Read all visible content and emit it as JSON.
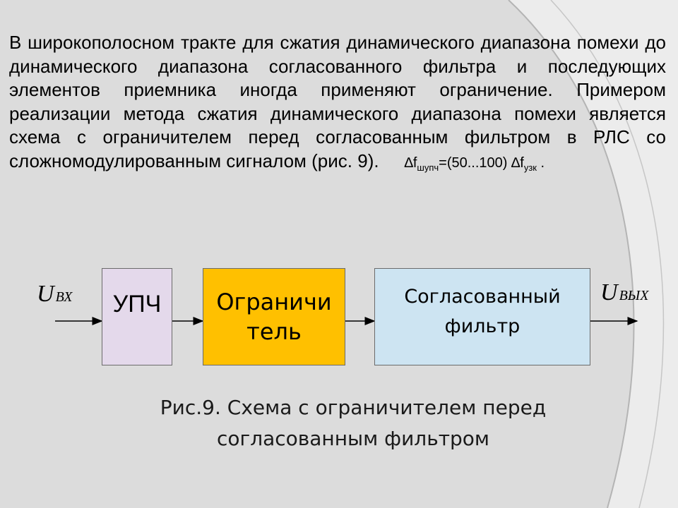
{
  "paragraph": {
    "text": "В широкополосном тракте для сжатия динамического диапазона помехи до динамического диапазона согласованного фильтра и последующих элементов приемника иногда применяют ограничение. Примером реализации метода сжатия динамического диапазона помехи является схема с ограничителем перед согласованным фильтром в РЛС со сложномодулированным сигналом (рис. 9).",
    "formula": {
      "delta1": "∆",
      "f1": "f",
      "sub1": "шупч",
      "middle": "=(50...100) ",
      "delta2": "∆",
      "f2": "f",
      "sub2": "узк",
      "end": " ."
    }
  },
  "diagram": {
    "input_label": {
      "main": "U",
      "sub": "ВХ"
    },
    "output_label": {
      "main": "U",
      "sub": "ВЫХ"
    },
    "blocks": [
      {
        "id": "upch",
        "lines": [
          "УПЧ"
        ],
        "fill": "#e4d9eb"
      },
      {
        "id": "limiter",
        "lines": [
          "Ограничи",
          "тель"
        ],
        "fill": "#ffc000"
      },
      {
        "id": "matched-filter",
        "lines": [
          "Согласованный",
          "фильтр"
        ],
        "fill": "#cde4f2"
      }
    ]
  },
  "caption": {
    "line1": "Рис.9. Схема с ограничителем перед",
    "line2": "согласованным фильтром"
  },
  "colors": {
    "background": "#dcdcdc",
    "decor_arc": "#b4b4b4",
    "wire": "#000000"
  }
}
